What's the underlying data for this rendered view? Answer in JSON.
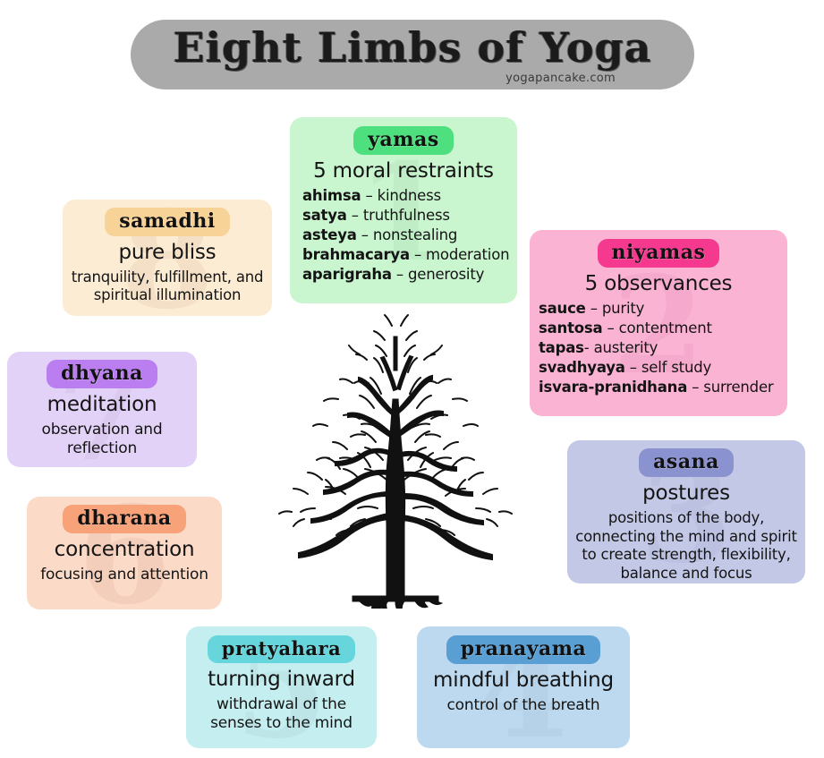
{
  "header": {
    "title": "Eight Limbs of Yoga",
    "credit": "yogapancake.com",
    "banner_color": "#aaaaaa"
  },
  "illustration": {
    "name": "bare-tree-silhouette",
    "color": "#111111"
  },
  "limbs": [
    {
      "id": "yamas",
      "number": "1",
      "name": "yamas",
      "subtitle": "5 moral restraints",
      "pill_color": "#4ee07f",
      "card_color": "#c9f5cf",
      "entries": [
        {
          "term": "ahimsa",
          "dash": " – ",
          "meaning": "kindness"
        },
        {
          "term": "satya",
          "dash": " – ",
          "meaning": "truthfulness"
        },
        {
          "term": "asteya",
          "dash": " – ",
          "meaning": "nonstealing"
        },
        {
          "term": "brahmacarya",
          "dash": " – ",
          "meaning": "moderation"
        },
        {
          "term": "aparigraha",
          "dash": " – ",
          "meaning": "generosity"
        }
      ]
    },
    {
      "id": "niyamas",
      "number": "2",
      "name": "niyamas",
      "subtitle": "5 observances",
      "pill_color": "#f4398f",
      "card_color": "#fbb3d4",
      "entries": [
        {
          "term": "sauce",
          "dash": " – ",
          "meaning": "purity"
        },
        {
          "term": "santosa",
          "dash": " – ",
          "meaning": "contentment"
        },
        {
          "term": "tapas",
          "dash": "- ",
          "meaning": "austerity"
        },
        {
          "term": "svadhyaya",
          "dash": " – ",
          "meaning": "self study"
        },
        {
          "term": "isvara-pranidhana",
          "dash": " – ",
          "meaning": "surrender"
        }
      ]
    },
    {
      "id": "asana",
      "number": "3",
      "name": "asana",
      "subtitle": "postures",
      "detail": "positions of the body, connecting the mind and spirit to create strength, flexibility, balance and focus",
      "pill_color": "#8a93cf",
      "card_color": "#c3c8e6"
    },
    {
      "id": "pranayama",
      "number": "4",
      "name": "pranayama",
      "subtitle": "mindful breathing",
      "detail": "control of the breath",
      "pill_color": "#5a9fd4",
      "card_color": "#bdd9ef"
    },
    {
      "id": "pratyahara",
      "number": "5",
      "name": "pratyahara",
      "subtitle": "turning inward",
      "detail": "withdrawal of the senses to the mind",
      "pill_color": "#66d6dc",
      "card_color": "#c5eef0"
    },
    {
      "id": "dharana",
      "number": "6",
      "name": "dharana",
      "subtitle": "concentration",
      "detail": "focusing and attention",
      "pill_color": "#f7a278",
      "card_color": "#fbdbc8"
    },
    {
      "id": "dhyana",
      "number": "7",
      "name": "dhyana",
      "subtitle": "meditation",
      "detail": "observation and reflection",
      "pill_color": "#bb7ef0",
      "card_color": "#e3d2f7"
    },
    {
      "id": "samadhi",
      "number": "8",
      "name": "samadhi",
      "subtitle": "pure bliss",
      "detail": "tranquility, fulfillment, and spiritual illumination",
      "pill_color": "#f8d398",
      "card_color": "#fdecd4"
    }
  ]
}
